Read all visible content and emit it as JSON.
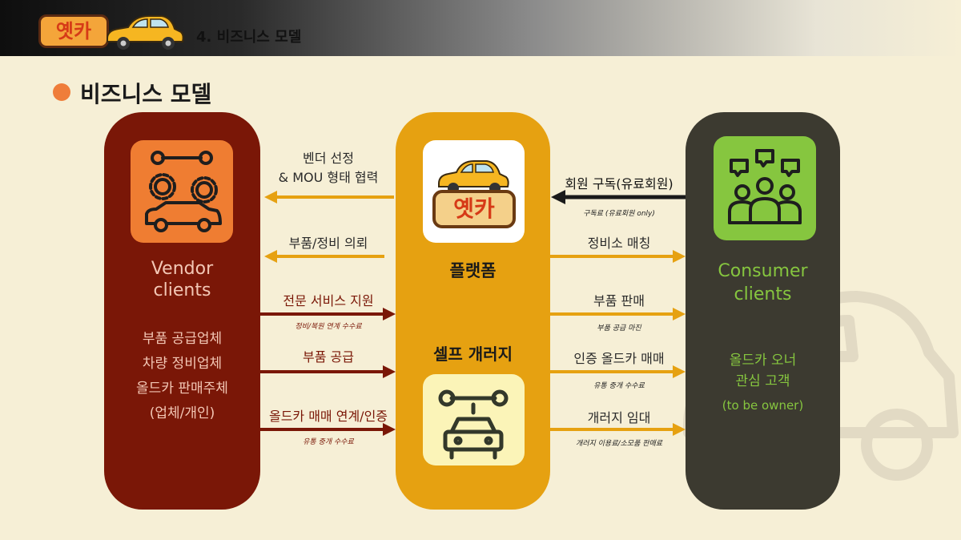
{
  "header": {
    "logo_text": "옛카",
    "breadcrumb": "4. 비즈니스 모델"
  },
  "title": "비즈니스 모델",
  "vendor": {
    "name_line1": "Vendor",
    "name_line2": "clients",
    "items": [
      "부품 공급업체",
      "차량 정비업체",
      "올드카 판매주체",
      "(업체/개인)"
    ]
  },
  "platform": {
    "logo_text": "옛카",
    "name": "플랫폼",
    "garage_name": "셀프 개러지"
  },
  "consumer": {
    "name_line1": "Consumer",
    "name_line2": "clients",
    "items": [
      "올드카 오너",
      "관심 고객"
    ],
    "sub": "(to be owner)"
  },
  "arrows": {
    "vendor_select": {
      "line1": "벤더 선정",
      "line2": "& MOU 형태 협력"
    },
    "parts_repair_request": "부품/정비 의뢰",
    "pro_service": {
      "label": "전문 서비스 지원",
      "sub": "정비/복원 연계 수수료"
    },
    "parts_supply": "부품 공급",
    "oldcar_trade": {
      "label": "올드카 매매 연계/인증",
      "sub": "유통 중개 수수료"
    },
    "subscription": {
      "label": "회원 구독(유료회원)",
      "sub": "구독료 (유료회원 only)"
    },
    "shop_matching": "정비소 매칭",
    "parts_sales": {
      "label": "부품 판매",
      "sub": "부품 공급 마진"
    },
    "certified_trade": {
      "label": "인증 올드카 매매",
      "sub": "유통 중개 수수료"
    },
    "garage_rental": {
      "label": "개러지 임대",
      "sub": "개러지 이용료/소모품 판매료"
    }
  },
  "colors": {
    "vendor": "#7a1707",
    "platform": "#e6a111",
    "consumer": "#3c3a30",
    "accent_orange": "#ef7d32",
    "green": "#86c63f",
    "background": "#f6efd6"
  },
  "icons": {
    "header_logo_car": "yellow-car-icon",
    "vendor": "wrench-gears-car-icon",
    "platform": "yellow-car-logo-icon",
    "garage": "wrench-car-icon",
    "consumer": "people-chat-icon",
    "background": "vintage-car-silhouette-icon"
  }
}
